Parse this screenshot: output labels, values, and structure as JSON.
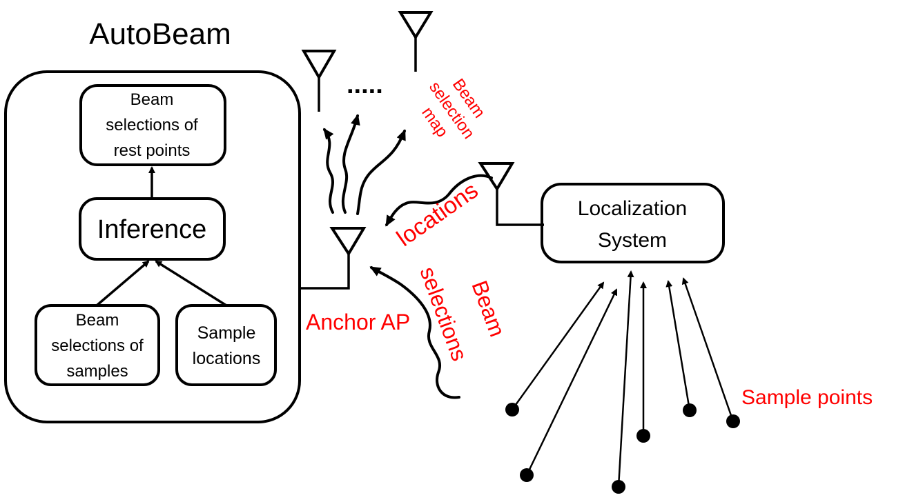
{
  "colors": {
    "accent": "#ff0000",
    "ink": "#000000"
  },
  "title": "AutoBeam",
  "boxes": {
    "beam_rest": [
      "Beam",
      "selections of",
      "rest points"
    ],
    "inference": "Inference",
    "beam_samples": [
      "Beam",
      "selections of",
      "samples"
    ],
    "sample_locations": [
      "Sample",
      "locations"
    ],
    "localization": [
      "Localization",
      "System"
    ]
  },
  "labels": {
    "anchor_ap": "Anchor AP",
    "beam_selection_map": [
      "Beam",
      "selection",
      "map"
    ],
    "locations": "locations",
    "beam_selections": [
      "Beam",
      "selections"
    ],
    "sample_points": "Sample points",
    "ellipsis": "....."
  },
  "icons": [
    "antenna-icon",
    "dot-icon"
  ]
}
